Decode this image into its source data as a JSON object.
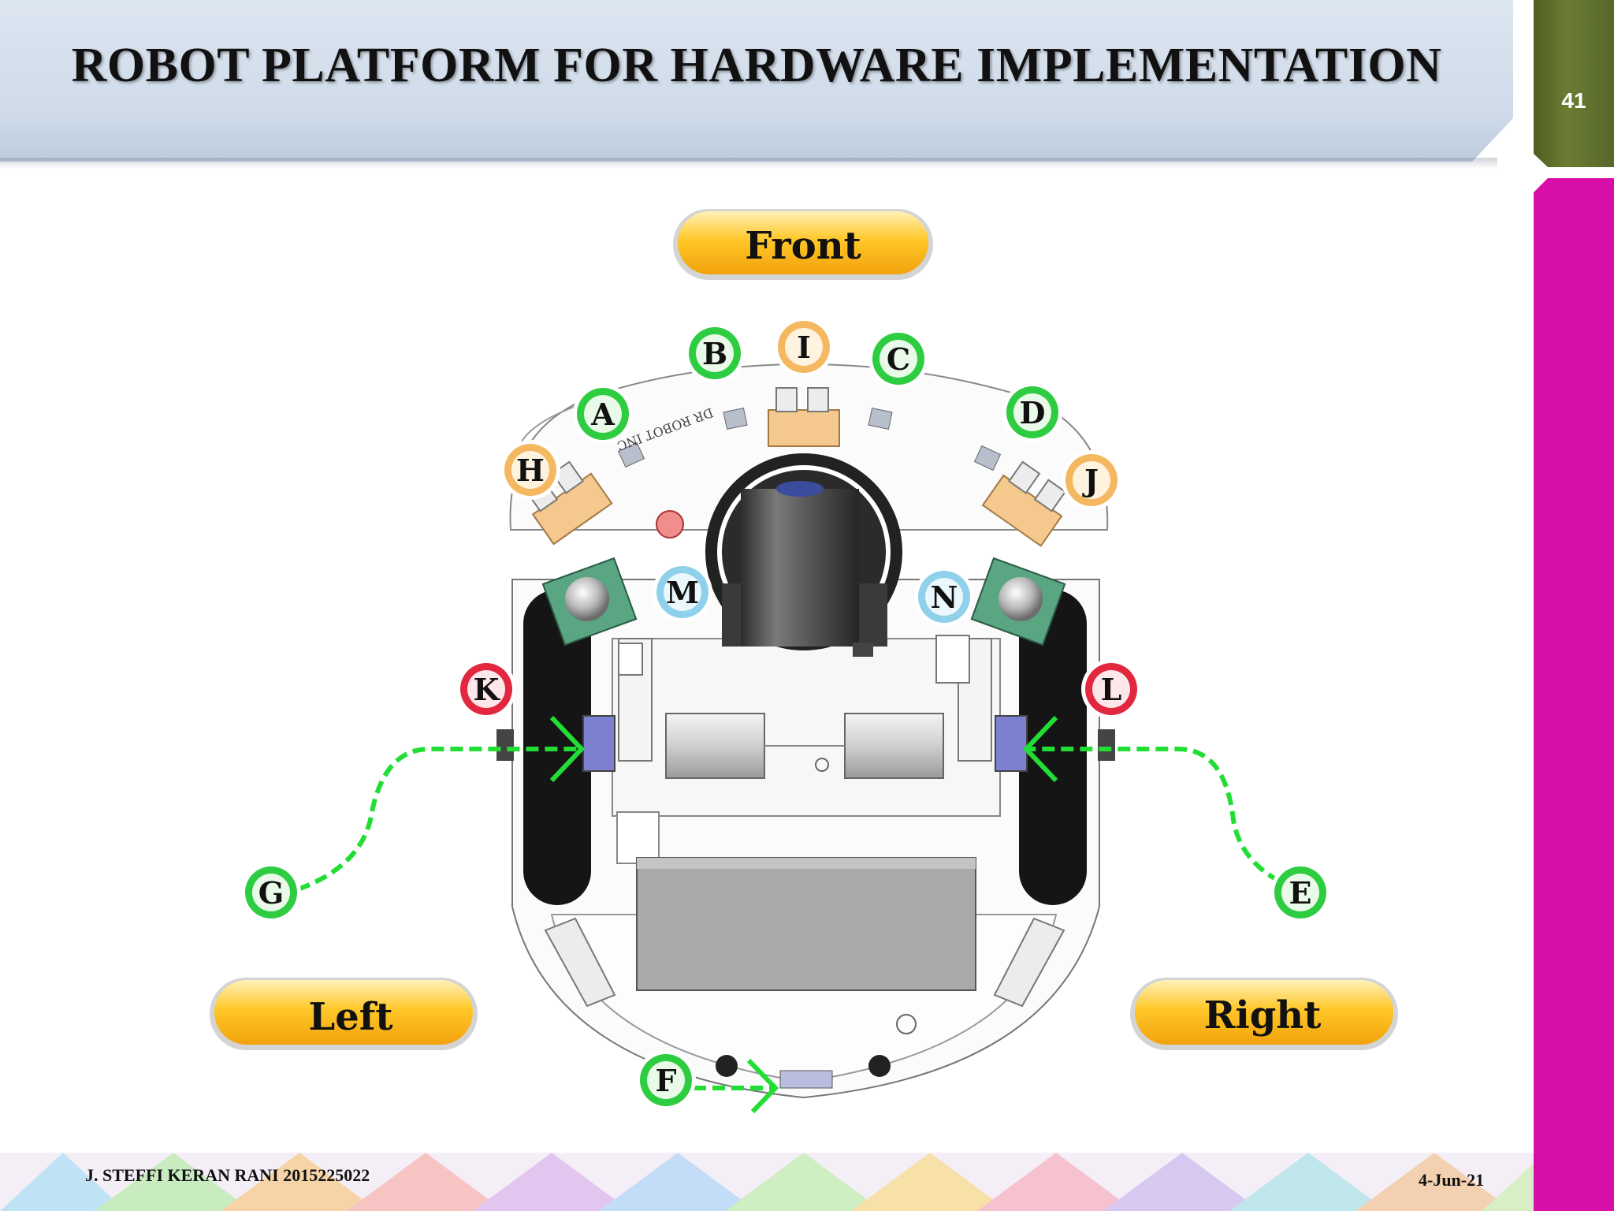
{
  "slide": {
    "title": "ROBOT PLATFORM FOR HARDWARE IMPLEMENTATION",
    "page_number": "41",
    "author": "J. STEFFI KERAN RANI 2015225022",
    "date": "4-Jun-21"
  },
  "diagram": {
    "direction_labels": {
      "front": "Front",
      "left": "Left",
      "right": "Right"
    },
    "markers": {
      "A": "A",
      "B": "B",
      "C": "C",
      "D": "D",
      "E": "E",
      "F": "F",
      "G": "G",
      "H": "H",
      "I": "I",
      "J": "J",
      "K": "K",
      "L": "L",
      "M": "M",
      "N": "N"
    },
    "board_text": "DR ROBOT INC",
    "colors": {
      "green_marker": "#2ecc40",
      "orange_marker": "#f4b860",
      "blue_marker": "#8fd0ea",
      "red_marker": "#e2273f",
      "banner": "#f6b51b",
      "arrow": "#22dd33"
    }
  }
}
